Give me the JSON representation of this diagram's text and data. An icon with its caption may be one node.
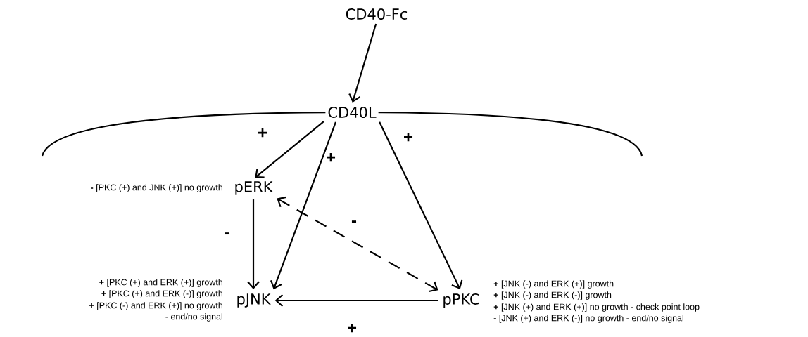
{
  "diagram": {
    "nodes": [
      {
        "text": [
          "CD40-Fc"
        ]
      },
      {
        "text": [
          "CD40L"
        ]
      },
      {
        "text": [
          "pERK"
        ],
        "beside": [
          "**-**  [PKC (+) and JNK (+)] no growth"
        ]
      },
      {
        "text": [
          "pJNK"
        ],
        "beside": [
          "**+** [PKC (+) and ERK (+)] growth",
          "**+** [PKC (+) and ERK (-)] growth",
          "**+** [PKC (-) and ERK (+)] no growth",
          "- end/no signal"
        ]
      },
      {
        "text": [
          "pPKC"
        ],
        "beside": [
          "**+** [JNK (-) and ERK (+)] growth",
          "**+** [JNK (-) and ERK (-)] growth",
          "**+** [JNK (+) and ERK (+)] no growth - check point loop",
          "**-**  [JNK (+) and ERK (-)] no growth - end/no signal"
        ]
      }
    ],
    "edges": [
      {
        "from": 0,
        "to": 1,
        "arrow": "to"
      },
      {
        "from": 1,
        "to": 2,
        "arrow": "to",
        "label": "+"
      },
      {
        "from": 1,
        "to": 3,
        "arrow": "to",
        "label": "+"
      },
      {
        "from": 1,
        "to": 4,
        "arrow": "to",
        "label": "+"
      },
      {
        "from": 2,
        "to": 3,
        "arrow": "to",
        "label": "-"
      },
      {
        "from": 2,
        "to": 4,
        "arrow": "both",
        "label": "-",
        "style": "dashed"
      },
      {
        "from": 4,
        "to": 3,
        "arrow": "to",
        "label": "+"
      }
    ]
  }
}
